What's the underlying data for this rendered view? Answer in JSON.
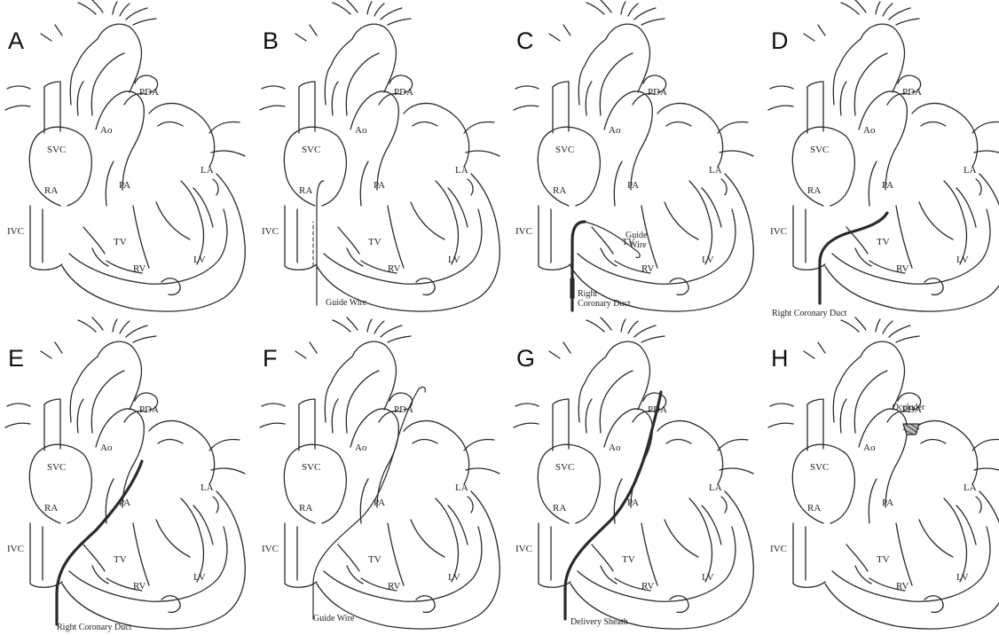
{
  "figure": {
    "panels": [
      {
        "letter": "A",
        "labels": {
          "svc": "SVC",
          "ao": "Ao",
          "pda": "PDA",
          "la": "LA",
          "ra": "RA",
          "pa": "PA",
          "ivc": "IVC",
          "tv": "TV",
          "rv": "RV",
          "lv": "LV"
        },
        "device": "none",
        "annotations": []
      },
      {
        "letter": "B",
        "labels": {
          "svc": "SVC",
          "ao": "Ao",
          "pda": "PDA",
          "la": "LA",
          "ra": "RA",
          "pa": "PA",
          "ivc": "IVC",
          "tv": "TV",
          "rv": "RV",
          "lv": "LV"
        },
        "device": "guide-wire-ra",
        "annotations": [
          "Guide Wire"
        ]
      },
      {
        "letter": "C",
        "labels": {
          "svc": "SVC",
          "ao": "Ao",
          "pda": "PDA",
          "la": "LA",
          "ra": "RA",
          "pa": "PA",
          "ivc": "IVC",
          "tv": "TV",
          "rv": "RV",
          "lv": "LV"
        },
        "device": "catheter-rv",
        "annotations": [
          "Guide",
          "Wire",
          "Right",
          "Coronary Duct"
        ]
      },
      {
        "letter": "D",
        "labels": {
          "svc": "SVC",
          "ao": "Ao",
          "pda": "PDA",
          "la": "LA",
          "ra": "RA",
          "pa": "PA",
          "ivc": "IVC",
          "tv": "TV",
          "rv": "RV",
          "lv": "LV"
        },
        "device": "catheter-pa",
        "annotations": [
          "Right Coronary Duct"
        ]
      },
      {
        "letter": "E",
        "labels": {
          "svc": "SVC",
          "ao": "Ao",
          "pda": "PDA",
          "la": "LA",
          "ra": "RA",
          "pa": "PA",
          "ivc": "IVC",
          "tv": "TV",
          "rv": "RV",
          "lv": "LV"
        },
        "device": "catheter-pa-high",
        "annotations": [
          "Right Coronary Duct"
        ]
      },
      {
        "letter": "F",
        "labels": {
          "svc": "SVC",
          "ao": "Ao",
          "pda": "PDA",
          "la": "LA",
          "ra": "RA",
          "pa": "PA",
          "ivc": "IVC",
          "tv": "TV",
          "rv": "RV",
          "lv": "LV"
        },
        "device": "wire-through-pda",
        "annotations": [
          "Guide Wire"
        ]
      },
      {
        "letter": "G",
        "labels": {
          "svc": "SVC",
          "ao": "Ao",
          "pda": "PDA",
          "la": "LA",
          "ra": "RA",
          "pa": "PA",
          "ivc": "IVC",
          "tv": "TV",
          "rv": "RV",
          "lv": "LV"
        },
        "device": "sheath-through-pda",
        "annotations": [
          "Delivery Sheath"
        ]
      },
      {
        "letter": "H",
        "labels": {
          "svc": "SVC",
          "ao": "Ao",
          "pda": "PDA",
          "la": "LA",
          "ra": "RA",
          "pa": "PA",
          "ivc": "IVC",
          "tv": "TV",
          "rv": "RV",
          "lv": "LV"
        },
        "device": "occluder",
        "annotations": [
          "Occluder"
        ]
      }
    ]
  }
}
